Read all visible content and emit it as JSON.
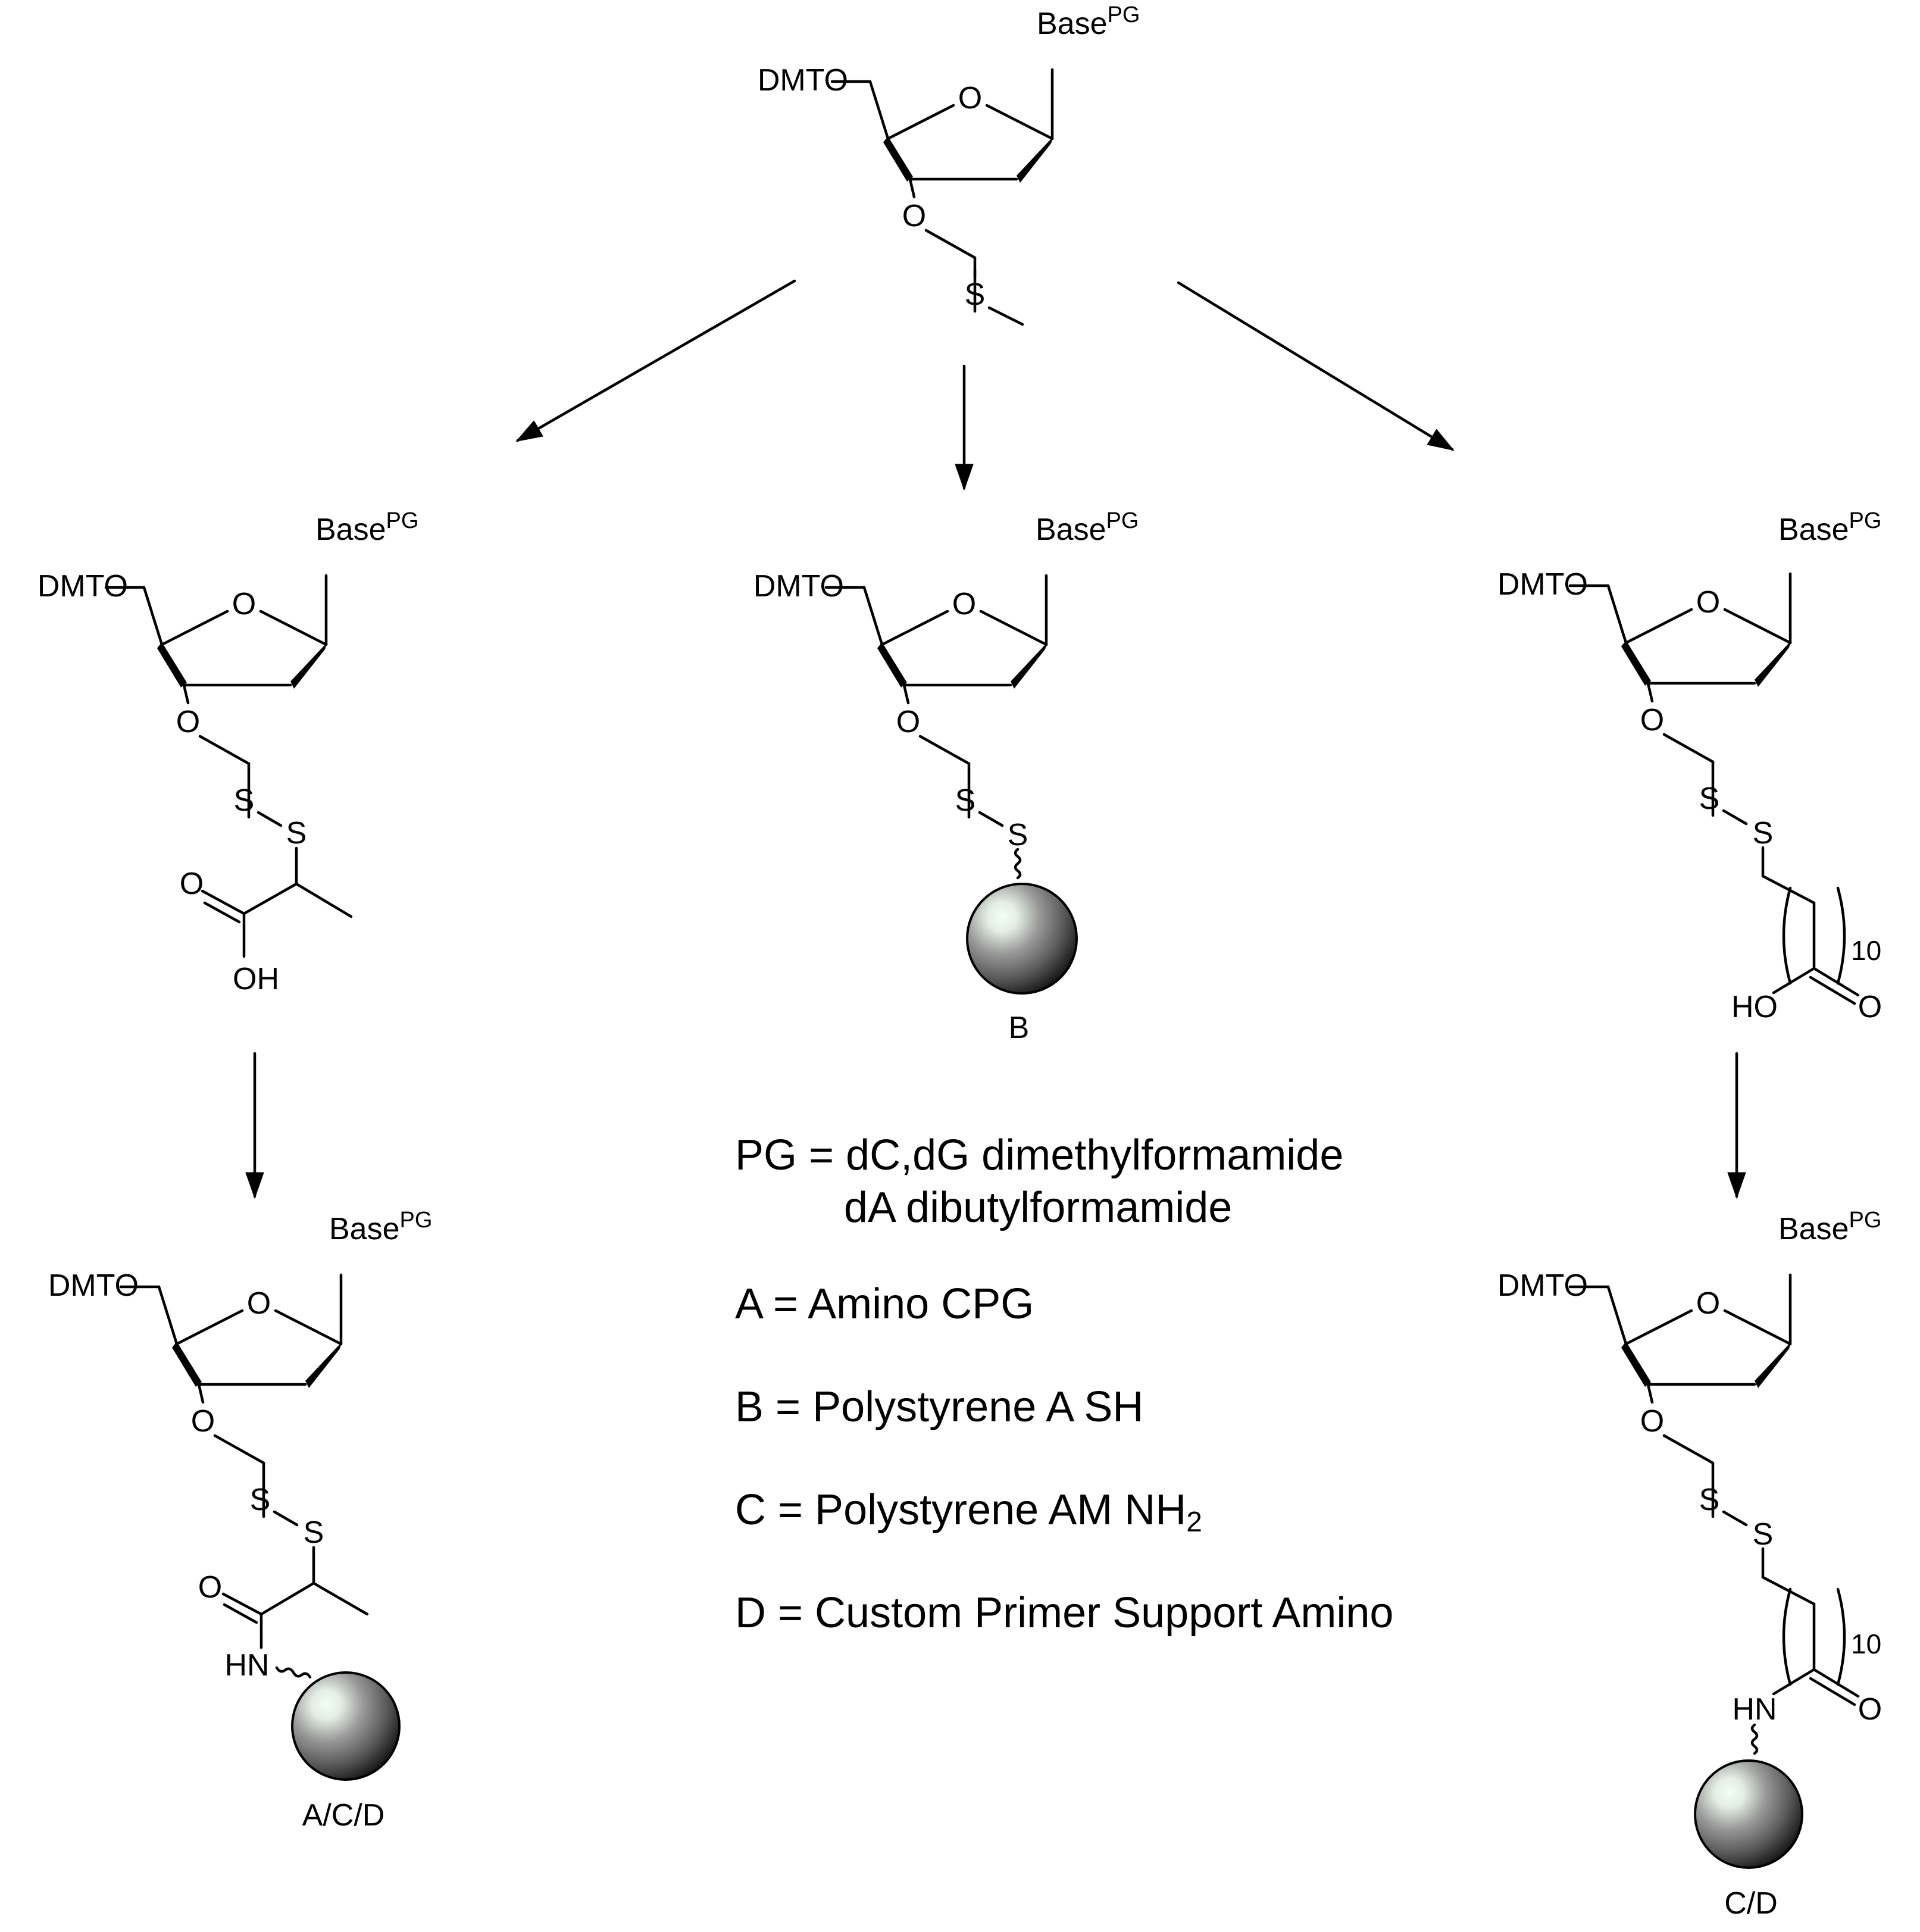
{
  "molecule": {
    "dmto": "DMTO",
    "ring_oxygen": "O",
    "ether_oxygen": "O",
    "base": "Base",
    "base_superscript": "PG",
    "sulfur": "S",
    "hydroxyl": "OH",
    "carbonyl_oxygen": "O",
    "amide_nh": "HN",
    "ester_oh": "HO",
    "repeat_count": "10"
  },
  "compound_labels": {
    "support_b": "B",
    "support_acd": "A/C/D",
    "support_cd": "C/D"
  },
  "legend": {
    "pg_line1": "PG = dC,dG dimethylformamide",
    "pg_line2": "dA dibutylformamide",
    "a": "A = Amino CPG",
    "b": "B = Polystyrene A SH",
    "c_prefix": "C = Polystyrene AM NH",
    "c_subscript": "2",
    "d": "D = Custom Primer Support Amino"
  },
  "colors": {
    "ink": "#000000",
    "bead_light": "#f2fff2",
    "bead_dark": "#1a1a1a"
  }
}
